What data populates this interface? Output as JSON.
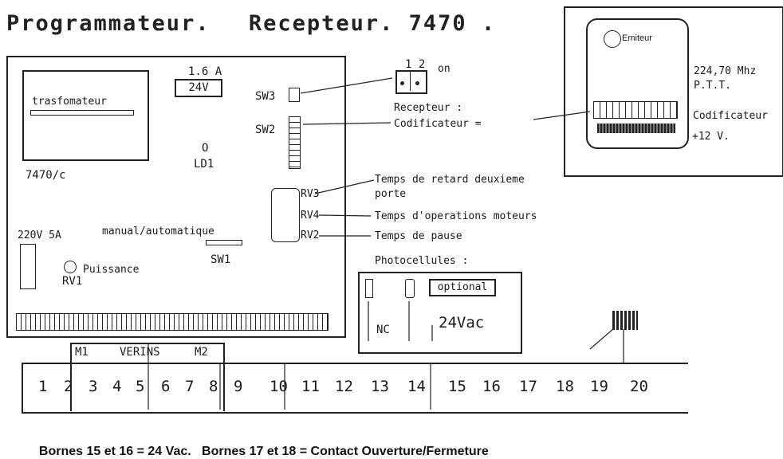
{
  "title": {
    "programmateur": "Programmateur.",
    "recepteur": "Recepteur. 7470 ."
  },
  "board": {
    "fuse": "1.6 A",
    "voltage_24": "24V",
    "transformer": "trasfomateur",
    "model": "7470/c",
    "power_220": "220V 5A",
    "led_label": "LD1",
    "led_symbol": "O",
    "mode_label": "manual/automatique",
    "sw1": "SW1",
    "sw2": "SW2",
    "sw3": "SW3",
    "rv1": "RV1",
    "rv2": "RV2",
    "rv3": "RV3",
    "rv4": "RV4",
    "puissance": "Puissance"
  },
  "dip": {
    "pins": "1 2",
    "on": "on"
  },
  "receiver": {
    "line1": "Recepteur :",
    "line2": "Codificateur ="
  },
  "rv_notes": {
    "rv3_line1": "Temps de retard deuxieme",
    "rv3_line2": "porte",
    "rv4": "Temps d'operations moteurs",
    "rv2": "Temps de pause"
  },
  "photo": {
    "label": "Photocellules :",
    "optional": "optional",
    "nc": "NC",
    "vac": "24Vac"
  },
  "emitter": {
    "name": "Emiteur",
    "freq": "224,70 Mhz",
    "ptt": "P.T.T.",
    "codif": "Codificateur",
    "volt": "+12 V."
  },
  "terminals": {
    "m1": "M1",
    "verins": "VERINS",
    "m2": "M2",
    "numbers": [
      "1",
      "2",
      "3",
      "4",
      "5",
      "6",
      "7",
      "8",
      "9",
      "10",
      "11",
      "12",
      "13",
      "14",
      "15",
      "16",
      "17",
      "18",
      "19",
      "20"
    ]
  },
  "footer": {
    "left": "Bornes 15 et 16 = 24 Vac.",
    "right": "Bornes 17 et 18 = Contact Ouverture/Fermeture"
  }
}
